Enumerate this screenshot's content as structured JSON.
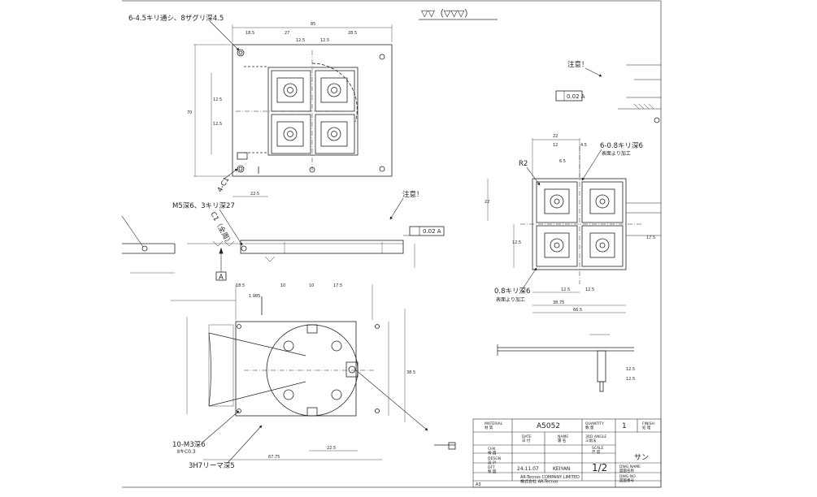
{
  "surface_symbol": "▽▽（▽▽▽）",
  "notes": {
    "top_holes": "6-4.5キリ通シ、8ザグリ深4.5",
    "chamfer": "4-C1",
    "tap": "M5深6、3キリ深27",
    "chamfer_all": "C1（全周）",
    "caution_1": "注意！",
    "caution_2": "注意！",
    "datum_ref_1": "0.02 A",
    "datum_ref_2": "0.02 A",
    "datum_label": "A",
    "drill_1": "6-0.8キリ深6",
    "drill_1_sub": "表面より加工",
    "r2": "R2",
    "drill_2": "0.8キリ深6",
    "drill_2_sub": "表面より加工",
    "tap_2": "10-M3深6",
    "tap_2_sub": "ⅡキC0.3",
    "reamer": "3H7リーマ深5"
  },
  "dims": {
    "d1": "85",
    "d2": "18.5",
    "d3": "27",
    "d4": "28.5",
    "d5": "12.5",
    "d6": "12.5",
    "d7": "70",
    "d8": "12.5",
    "d9": "12.5",
    "d10": "22.5",
    "r1": "18.5",
    "r2": "10",
    "r3": "10",
    "r4": "17.5",
    "r5": "1.985",
    "r6": "67.75",
    "r7": "38.5",
    "r8": "22.5",
    "s1": "22",
    "s2": "12",
    "s3": "4.5",
    "s4": "6.5",
    "s5": "22",
    "s6": "12.5",
    "s7": "12.5",
    "s8": "38.75",
    "s9": "66.5",
    "s10": "12.5",
    "v1": "17.5",
    "v2": "12.5",
    "v3": "12.5"
  },
  "title_block": {
    "material_label": "MATERIAL\n材 質",
    "material": "A5052",
    "quantity_label": "QUANTITY\n数 量",
    "quantity": "1",
    "finish_label": "FINISH\n処 理",
    "date_label": "DATE\n日 付",
    "name_label": "NAME\n署 名",
    "proj_label": "3RD ANGLE\n三角法",
    "chk_label": "CHK\n検 図",
    "dsgn_label": "DESGN\n設 計",
    "dft_label": "DFT\n製 図",
    "date": "24.11.07",
    "author": "KEIYAN",
    "scale_label": "SCALE\n尺 度",
    "scale": "1/2",
    "drawing_name_label": "DWG.NAME\n図面名称",
    "drawing_name": "サン",
    "drawing_no_label": "DWG.NO\n図面番号",
    "company": "AR-Tecnos COMPANY LIMITED\n株式会社 AR-Tecnos",
    "sheet_size": "A3"
  }
}
